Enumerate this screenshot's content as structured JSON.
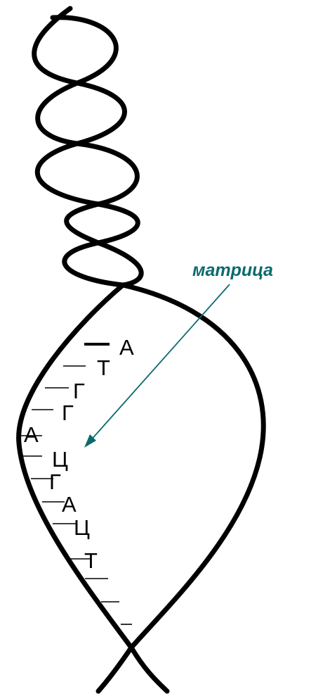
{
  "label": {
    "text": "матрица",
    "color": "#0b6a6e"
  },
  "bases": [
    "А",
    "Т",
    "Г",
    "Г",
    "А",
    "Ц",
    "Г",
    "А",
    "Ц",
    "Т"
  ],
  "strand_color": "#000000"
}
